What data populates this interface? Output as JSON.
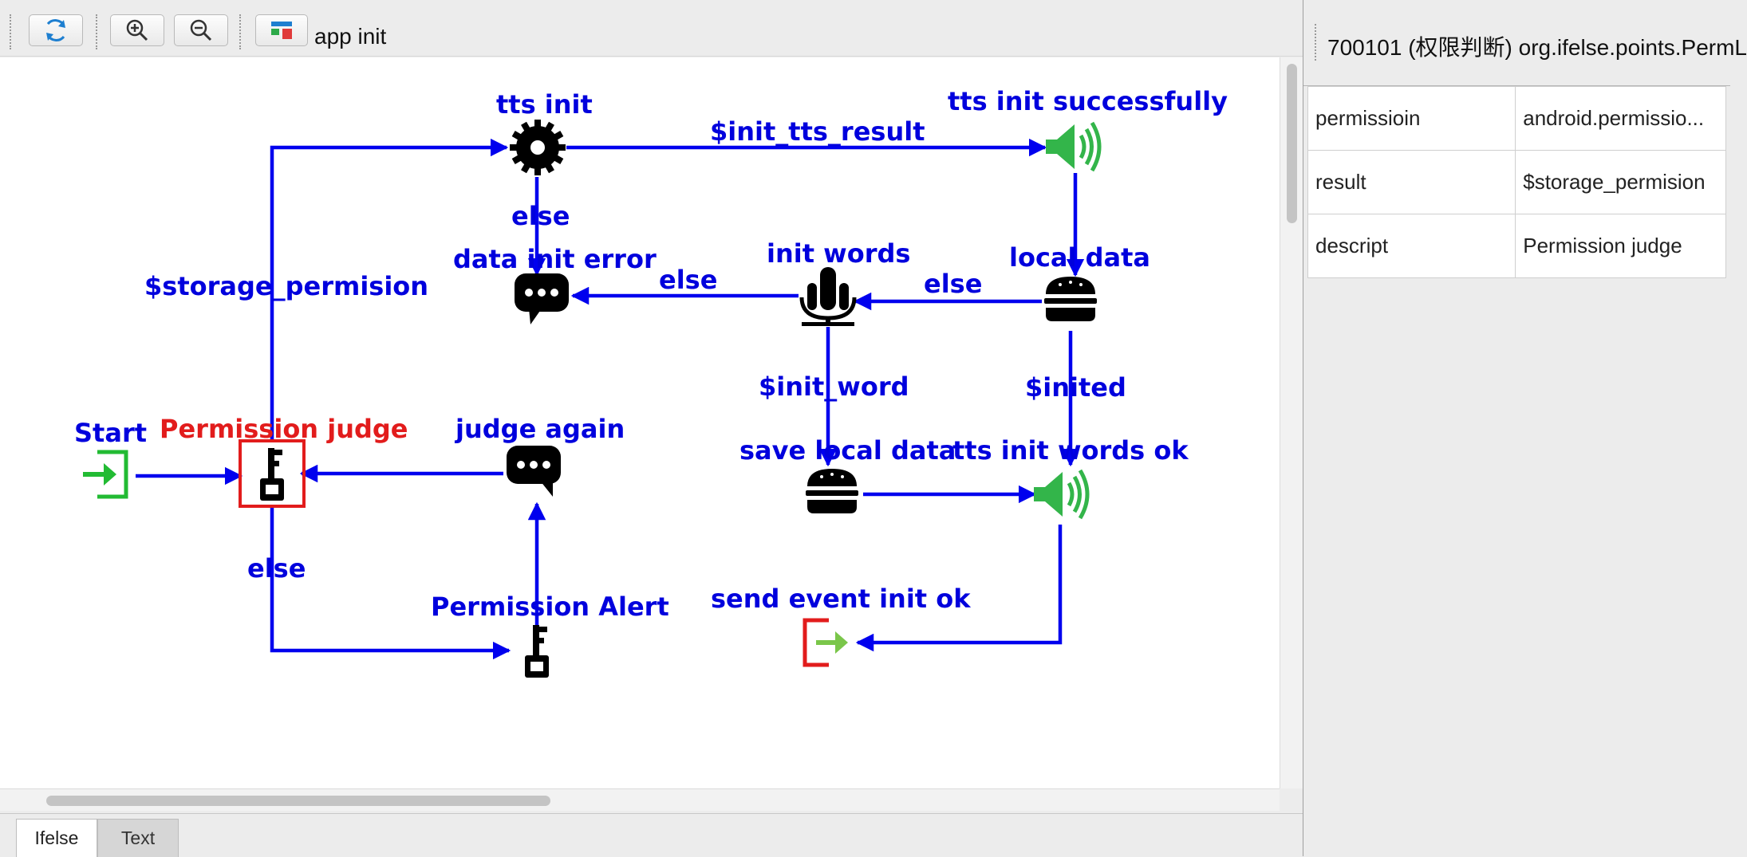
{
  "toolbar": {
    "refresh_label": "refresh",
    "zoom_in_label": "zoom in",
    "zoom_out_label": "zoom out",
    "flow_name": "app init"
  },
  "diagram": {
    "nodes": {
      "start": "Start",
      "permission_judge": "Permission judge",
      "judge_again": "judge again",
      "permission_alert": "Permission Alert",
      "tts_init": "tts init",
      "data_init_error": "data init error",
      "init_words": "init words",
      "local_data": "local data",
      "tts_init_successfully": "tts init successfully",
      "save_local_data": "save local data",
      "tts_init_words_ok": "tts init words ok",
      "send_event_init_ok": "send event init ok"
    },
    "edges": {
      "storage_permision": "$storage_permision",
      "init_tts_result": "$init_tts_result",
      "else_tts": "else",
      "else_words": "else",
      "else_local": "else",
      "init_word": "$init_word",
      "inited": "$inited",
      "else_permission": "else"
    }
  },
  "colors": {
    "edge": "#0000ee",
    "label": "#0000dd",
    "selected": "#e21c1c",
    "start": "#22bb33",
    "speaker": "#33b54a"
  },
  "tabs": [
    "Ifelse",
    "Text"
  ],
  "properties": {
    "title": "700101 (权限判断) org.ifelse.points.PermL",
    "rows": [
      {
        "key": "permissioin",
        "value": "android.permissio..."
      },
      {
        "key": "result",
        "value": "$storage_permision"
      },
      {
        "key": "descript",
        "value": "Permission judge"
      }
    ]
  }
}
